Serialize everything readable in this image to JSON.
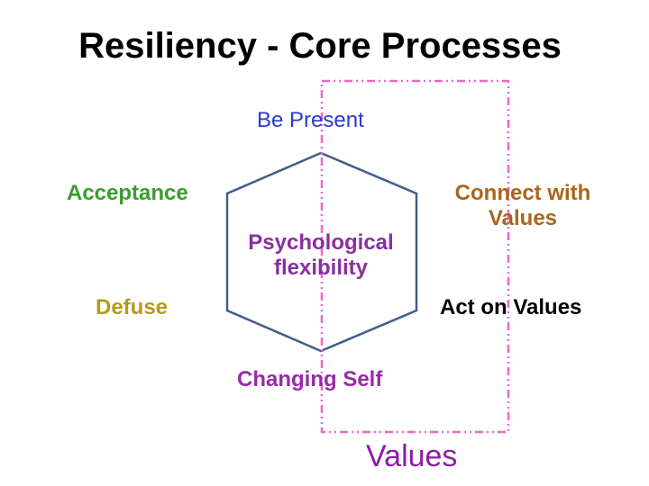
{
  "title": "Resiliency - Core Processes",
  "processes": {
    "be_present": "Be Present",
    "acceptance": "Acceptance",
    "connect_values_line1": "Connect with",
    "connect_values_line2": "Values",
    "center_line1": "Psychological",
    "center_line2": "flexibility",
    "defuse": "Defuse",
    "act_on_values": "Act on Values",
    "changing_self": "Changing Self"
  },
  "values_box_label": "Values",
  "colors": {
    "be_present": "#2b3acb",
    "acceptance": "#3a9c2f",
    "connect_values": "#a9651e",
    "center": "#8a2fa0",
    "defuse": "#b59a1a",
    "act_on_values": "#000000",
    "changing_self": "#9a2aa8",
    "values_label": "#8a1fa0",
    "hexagon_stroke": "#3f5f8a",
    "values_box_stroke": "#ee66cc"
  }
}
